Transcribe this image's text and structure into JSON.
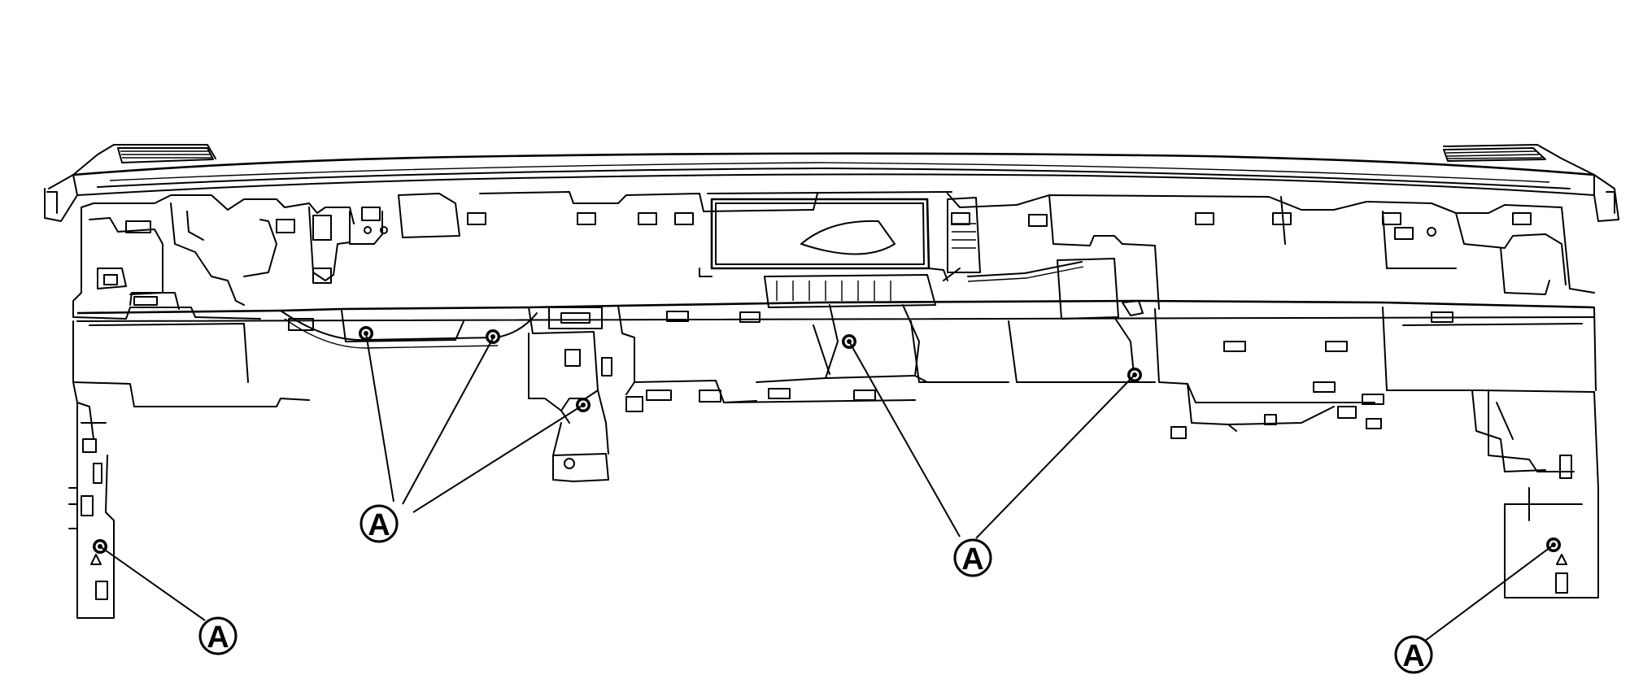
{
  "callouts": [
    {
      "label": "A"
    },
    {
      "label": "A"
    },
    {
      "label": "A"
    },
    {
      "label": "A"
    }
  ]
}
